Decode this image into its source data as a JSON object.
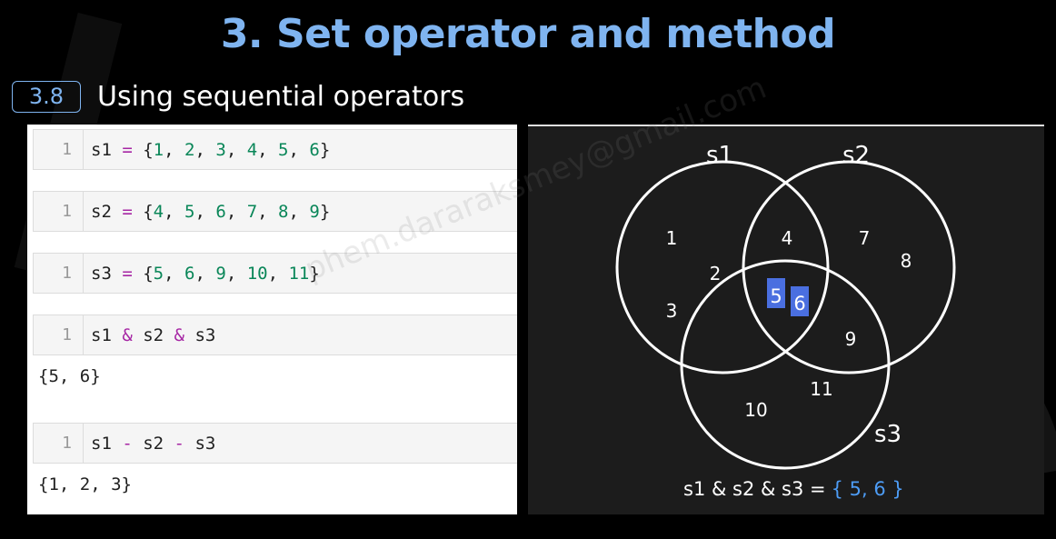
{
  "title": "3. Set operator and method",
  "section": {
    "number": "3.8",
    "title": "Using sequential operators"
  },
  "notebook": {
    "cells": [
      {
        "line": "1",
        "tokens": [
          {
            "t": "s1 "
          },
          {
            "t": "=",
            "c": "op"
          },
          {
            "t": " {"
          },
          {
            "t": "1",
            "c": "num"
          },
          {
            "t": ", "
          },
          {
            "t": "2",
            "c": "num"
          },
          {
            "t": ", "
          },
          {
            "t": "3",
            "c": "num"
          },
          {
            "t": ", "
          },
          {
            "t": "4",
            "c": "num"
          },
          {
            "t": ", "
          },
          {
            "t": "5",
            "c": "num"
          },
          {
            "t": ", "
          },
          {
            "t": "6",
            "c": "num"
          },
          {
            "t": "}"
          }
        ]
      },
      {
        "line": "1",
        "tokens": [
          {
            "t": "s2 "
          },
          {
            "t": "=",
            "c": "op"
          },
          {
            "t": " {"
          },
          {
            "t": "4",
            "c": "num"
          },
          {
            "t": ", "
          },
          {
            "t": "5",
            "c": "num"
          },
          {
            "t": ", "
          },
          {
            "t": "6",
            "c": "num"
          },
          {
            "t": ", "
          },
          {
            "t": "7",
            "c": "num"
          },
          {
            "t": ", "
          },
          {
            "t": "8",
            "c": "num"
          },
          {
            "t": ", "
          },
          {
            "t": "9",
            "c": "num"
          },
          {
            "t": "}"
          }
        ]
      },
      {
        "line": "1",
        "tokens": [
          {
            "t": "s3 "
          },
          {
            "t": "=",
            "c": "op"
          },
          {
            "t": " {"
          },
          {
            "t": "5",
            "c": "num"
          },
          {
            "t": ", "
          },
          {
            "t": "6",
            "c": "num"
          },
          {
            "t": ", "
          },
          {
            "t": "9",
            "c": "num"
          },
          {
            "t": ", "
          },
          {
            "t": "10",
            "c": "num"
          },
          {
            "t": ", "
          },
          {
            "t": "11",
            "c": "num"
          },
          {
            "t": "}"
          }
        ]
      },
      {
        "line": "1",
        "tokens": [
          {
            "t": "s1 "
          },
          {
            "t": "&",
            "c": "op"
          },
          {
            "t": " s2 "
          },
          {
            "t": "&",
            "c": "op"
          },
          {
            "t": " s3"
          }
        ],
        "output": "{5, 6}"
      },
      {
        "line": "1",
        "tokens": [
          {
            "t": "s1 "
          },
          {
            "t": "-",
            "c": "op"
          },
          {
            "t": " s2 "
          },
          {
            "t": "-",
            "c": "op"
          },
          {
            "t": " s3"
          }
        ],
        "output": "{1, 2, 3}"
      }
    ]
  },
  "venn": {
    "set_labels": [
      "s1",
      "s2",
      "s3"
    ],
    "elements": [
      "1",
      "2",
      "3",
      "4",
      "5",
      "6",
      "7",
      "8",
      "9",
      "10",
      "11"
    ],
    "highlighted": [
      "5",
      "6"
    ],
    "result_expression": "s1 & s2 & s3 =",
    "result_value": "{ 5, 6 }",
    "colors": {
      "highlight": "#4a6fe0",
      "result": "#4d9cf5",
      "circle": "#ffffff"
    }
  },
  "watermark": "phem.dararaksmey@gmail.com"
}
